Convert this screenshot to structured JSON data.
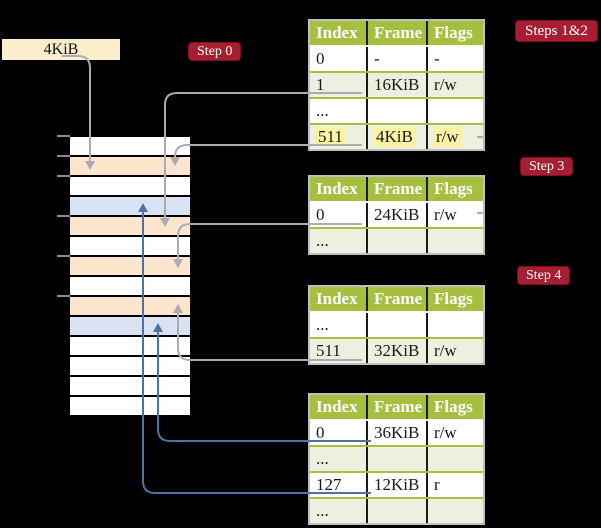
{
  "root_pointer": {
    "label": "4KiB"
  },
  "badges": {
    "step0": "Step 0",
    "steps12": "Steps 1&2",
    "step3": "Step 3",
    "step4": "Step 4"
  },
  "colors": {
    "background": "#000000",
    "table_header_green": "#A6BF3F",
    "table_row_green": "#EBF1DE",
    "table_border_silver": "#BFBFBF",
    "highlight_yellow": "#FCF3A2",
    "memory_page_table_orange": "#FCE5CD",
    "memory_data_blue": "#D9E2F3",
    "root_box_cream": "#FAEFCA",
    "badge_red": "#A51E32",
    "arrow_grey": "#ABABB2",
    "arrow_blue": "#4C72A6"
  },
  "memory_column": {
    "rows": [
      {
        "type": "empty"
      },
      {
        "type": "page-table"
      },
      {
        "type": "empty"
      },
      {
        "type": "data"
      },
      {
        "type": "page-table"
      },
      {
        "type": "empty"
      },
      {
        "type": "page-table"
      },
      {
        "type": "empty"
      },
      {
        "type": "page-table"
      },
      {
        "type": "data"
      },
      {
        "type": "empty"
      },
      {
        "type": "empty"
      },
      {
        "type": "empty"
      },
      {
        "type": "empty"
      }
    ]
  },
  "tables": [
    {
      "name": "steps-1-2-table",
      "headers": [
        "Index",
        "Frame",
        "Flags"
      ],
      "rows": [
        {
          "cells": [
            "0",
            "-",
            "-"
          ],
          "shaded": false,
          "highlight": false
        },
        {
          "cells": [
            "1",
            "16KiB",
            "r/w"
          ],
          "shaded": true,
          "highlight": false
        },
        {
          "cells": [
            "...",
            "",
            ""
          ],
          "shaded": false,
          "highlight": false
        },
        {
          "cells": [
            "511",
            "4KiB",
            "r/w"
          ],
          "shaded": true,
          "highlight": true
        }
      ]
    },
    {
      "name": "step-3-table",
      "headers": [
        "Index",
        "Frame",
        "Flags"
      ],
      "rows": [
        {
          "cells": [
            "0",
            "24KiB",
            "r/w"
          ],
          "shaded": false,
          "highlight": false
        },
        {
          "cells": [
            "...",
            "",
            ""
          ],
          "shaded": true,
          "highlight": false
        }
      ]
    },
    {
      "name": "step-4-table",
      "headers": [
        "Index",
        "Frame",
        "Flags"
      ],
      "rows": [
        {
          "cells": [
            "...",
            "",
            ""
          ],
          "shaded": false,
          "highlight": false
        },
        {
          "cells": [
            "511",
            "32KiB",
            "r/w"
          ],
          "shaded": true,
          "highlight": false
        }
      ]
    },
    {
      "name": "final-table",
      "headers": [
        "Index",
        "Frame",
        "Flags"
      ],
      "rows": [
        {
          "cells": [
            "0",
            "36KiB",
            "r/w"
          ],
          "shaded": false,
          "highlight": false
        },
        {
          "cells": [
            "...",
            "",
            ""
          ],
          "shaded": true,
          "highlight": false
        },
        {
          "cells": [
            "127",
            "12KiB",
            "r"
          ],
          "shaded": false,
          "highlight": false
        },
        {
          "cells": [
            "...",
            "",
            ""
          ],
          "shaded": true,
          "highlight": false
        }
      ]
    }
  ]
}
